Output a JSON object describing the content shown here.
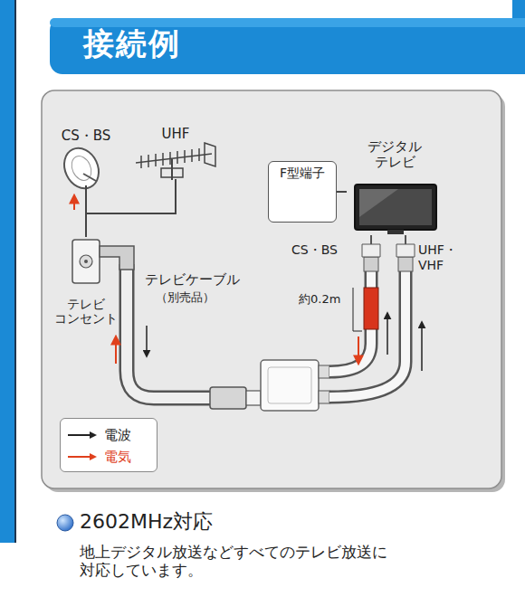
{
  "diagram": {
    "title": "接続例",
    "nodes": [
      {
        "text": [
          "CS・BS"
        ]
      },
      {
        "text": [
          "UHF"
        ]
      },
      {
        "text": [
          "テレビ コンセント"
        ]
      },
      {
        "text": [
          "F型端子"
        ]
      },
      {
        "text": [
          "デジタル テレビ"
        ]
      }
    ],
    "edges": [
      {
        "from": 0,
        "to": 2,
        "arrow": "none"
      },
      {
        "from": 1,
        "to": 2,
        "arrow": "none"
      },
      {
        "from": 3,
        "to": 4,
        "arrow": "none"
      }
    ],
    "labels": [
      "テレビケーブル",
      "（別売品）",
      "CS・BS",
      "UHF・ VHF",
      "約0.2m",
      "2602MHz対応",
      "地上デジタル放送などすべてのテレビ放送に 対応しています。"
    ],
    "legend": [
      {
        "text": "電波"
      },
      {
        "text": "電気"
      }
    ]
  }
}
